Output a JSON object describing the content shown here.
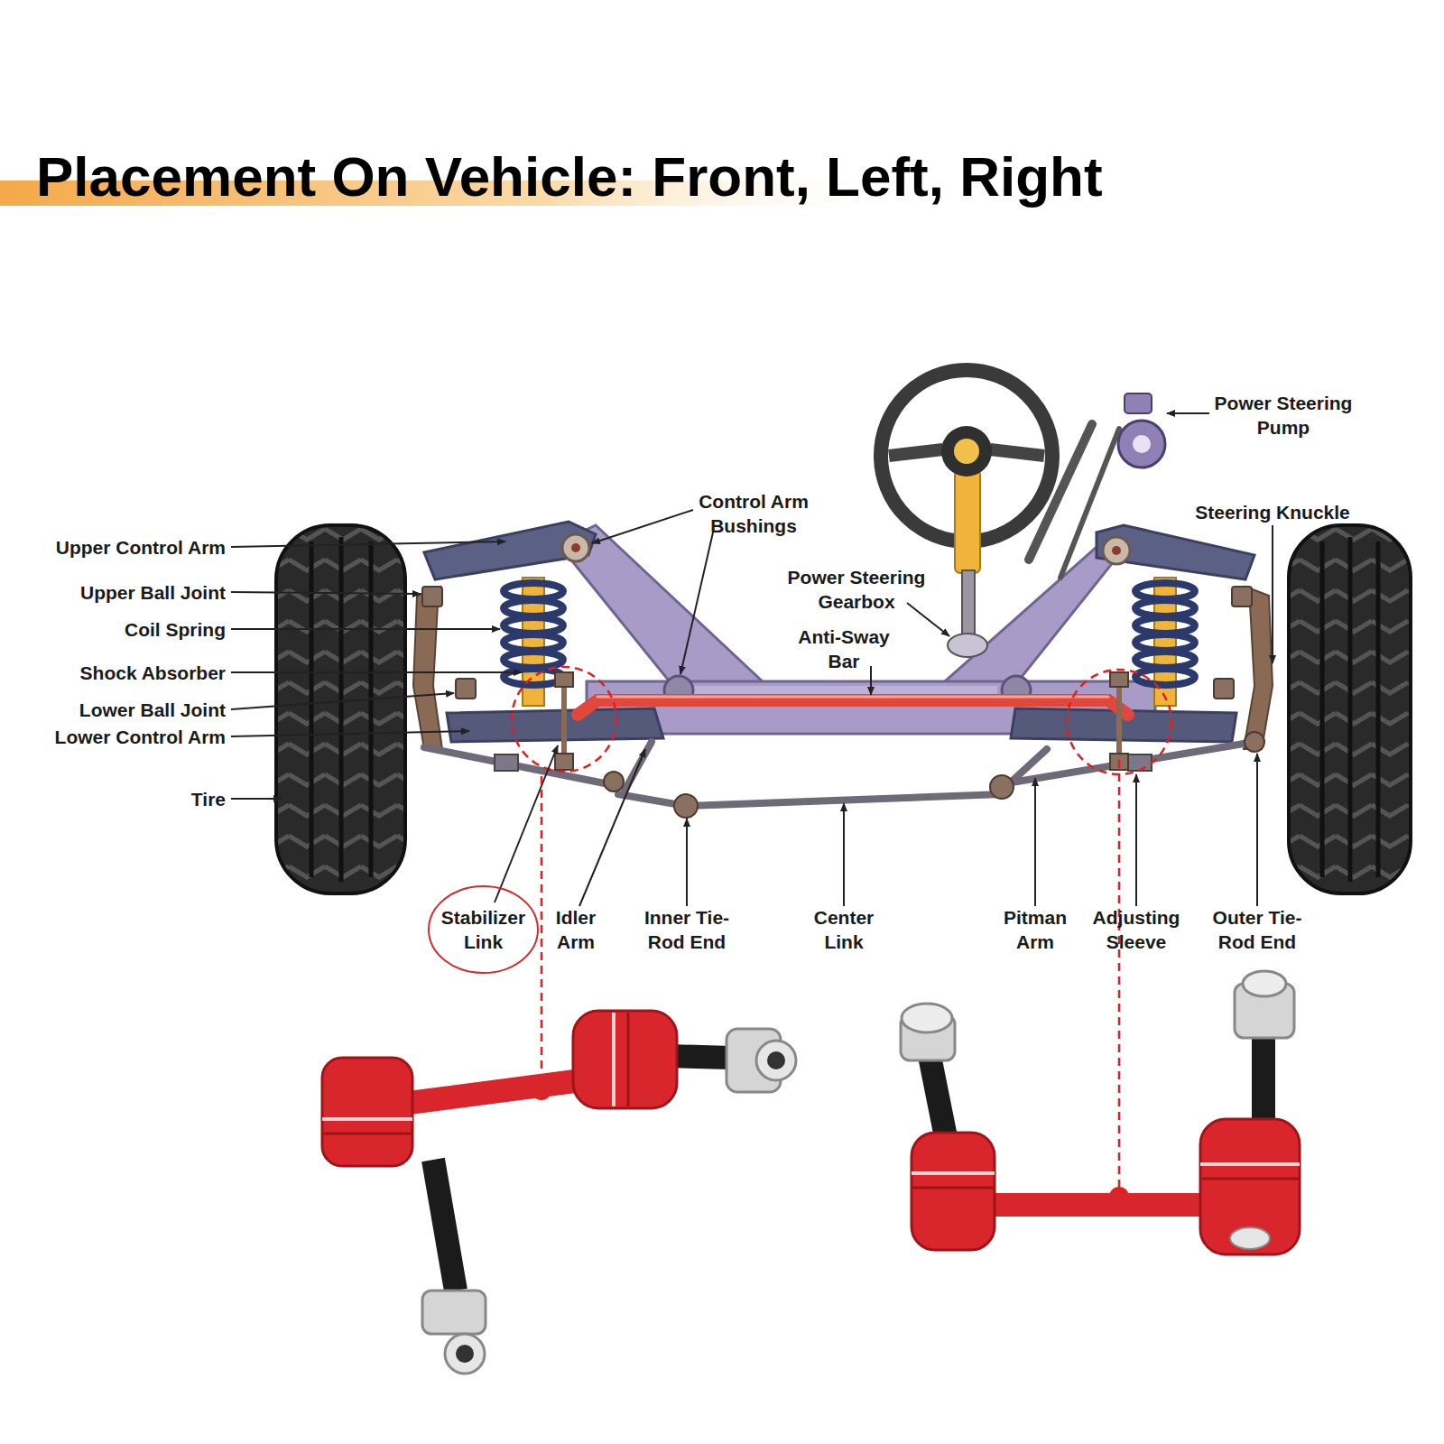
{
  "diagram": {
    "title": "Placement On Vehicle: Front, Left, Right",
    "nodes": [
      {
        "text": [
          "Stabilizer Link"
        ]
      }
    ],
    "labels": [
      "Power Steering Pump",
      "Control Arm Bushings",
      "Steering Knuckle",
      "Upper Control Arm",
      "Power Steering Gearbox",
      "Upper Ball Joint",
      "Coil Spring",
      "Anti-Sway Bar",
      "Shock Absorber",
      "Lower Ball Joint",
      "Lower Control Arm",
      "Tire",
      "Idler Arm",
      "Inner Tie-Rod End",
      "Center Link",
      "Pitman Arm",
      "Adjusting Sleeve",
      "Outer Tie-Rod End"
    ]
  }
}
